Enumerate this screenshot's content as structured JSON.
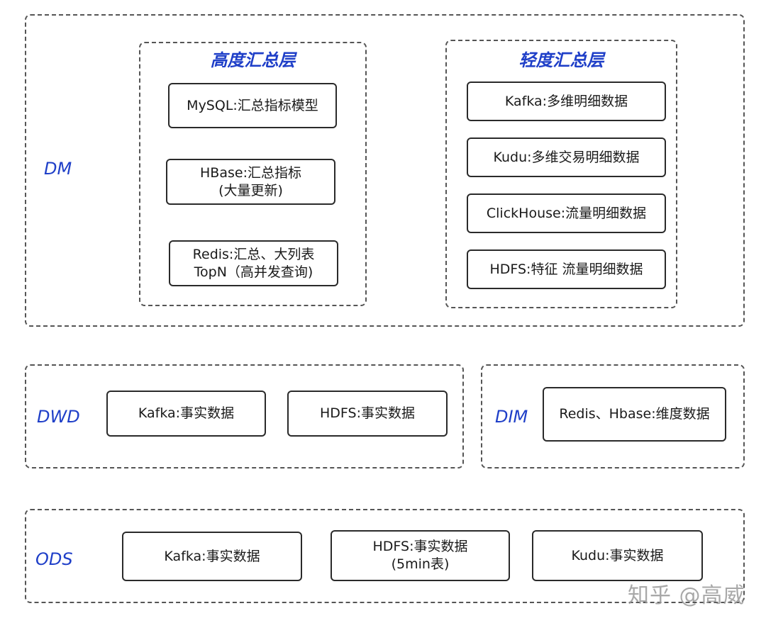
{
  "layers": {
    "dm": {
      "label": "DM",
      "high_summary": {
        "title": "高度汇总层",
        "boxes": [
          [
            "MySQL:汇总指标模型"
          ],
          [
            "HBase:汇总指标",
            "(大量更新)"
          ],
          [
            "Redis:汇总、大列表",
            "TopN（高并发查询)"
          ]
        ]
      },
      "light_summary": {
        "title": "轻度汇总层",
        "boxes": [
          [
            "Kafka:多维明细数据"
          ],
          [
            "Kudu:多维交易明细数据"
          ],
          [
            "ClickHouse:流量明细数据"
          ],
          [
            "HDFS:特征 流量明细数据"
          ]
        ]
      }
    },
    "dwd": {
      "label": "DWD",
      "boxes": [
        [
          "Kafka:事实数据"
        ],
        [
          "HDFS:事实数据"
        ]
      ]
    },
    "dim": {
      "label": "DIM",
      "boxes": [
        [
          "Redis、Hbase:维度数据"
        ]
      ]
    },
    "ods": {
      "label": "ODS",
      "boxes": [
        [
          "Kafka:事实数据"
        ],
        [
          "HDFS:事实数据",
          "(5min表)"
        ],
        [
          "Kudu:事实数据"
        ]
      ]
    }
  },
  "watermark": "知乎 @高威",
  "colors": {
    "layer_label": "#1f3fc8",
    "border": "#2a2a2a",
    "dashed_border": "#555555"
  }
}
